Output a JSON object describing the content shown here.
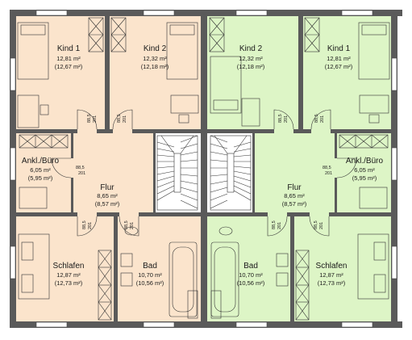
{
  "colors": {
    "left_unit": "#fbe4cc",
    "right_unit": "#ddf5c6",
    "stairs": "#ffffff",
    "wall": "#5a5a5a",
    "line": "#333333"
  },
  "rooms": {
    "left": {
      "kind1": {
        "name": "Kind 1",
        "area": "12,81 m²",
        "area_alt": "(12,67 m²)"
      },
      "kind2": {
        "name": "Kind 2",
        "area": "12,32 m²",
        "area_alt": "(12,18 m²)"
      },
      "ankl": {
        "name": "Ankl./Büro",
        "area": "6,05 m²",
        "area_alt": "(5,95 m²)"
      },
      "flur": {
        "name": "Flur",
        "area": "8,65 m²",
        "area_alt": "(8,57 m²)"
      },
      "schlafen": {
        "name": "Schlafen",
        "area": "12,87 m²",
        "area_alt": "(12,73 m²)"
      },
      "bad": {
        "name": "Bad",
        "area": "10,70 m²",
        "area_alt": "(10,56 m²)"
      }
    },
    "right": {
      "kind2": {
        "name": "Kind 2",
        "area": "12,32 m²",
        "area_alt": "(12,18 m²)"
      },
      "kind1": {
        "name": "Kind 1",
        "area": "12,81 m²",
        "area_alt": "(12,67 m²)"
      },
      "ankl": {
        "name": "Ankl./Büro",
        "area": "6,05 m²",
        "area_alt": "(5,95 m²)"
      },
      "flur": {
        "name": "Flur",
        "area": "8,65 m²",
        "area_alt": "(8,57 m²)"
      },
      "schlafen": {
        "name": "Schlafen",
        "area": "12,87 m²",
        "area_alt": "(12,73 m²)"
      },
      "bad": {
        "name": "Bad",
        "area": "10,70 m²",
        "area_alt": "(10,56 m²)"
      }
    }
  },
  "door_dims": {
    "width": "88,5",
    "height": "201"
  }
}
